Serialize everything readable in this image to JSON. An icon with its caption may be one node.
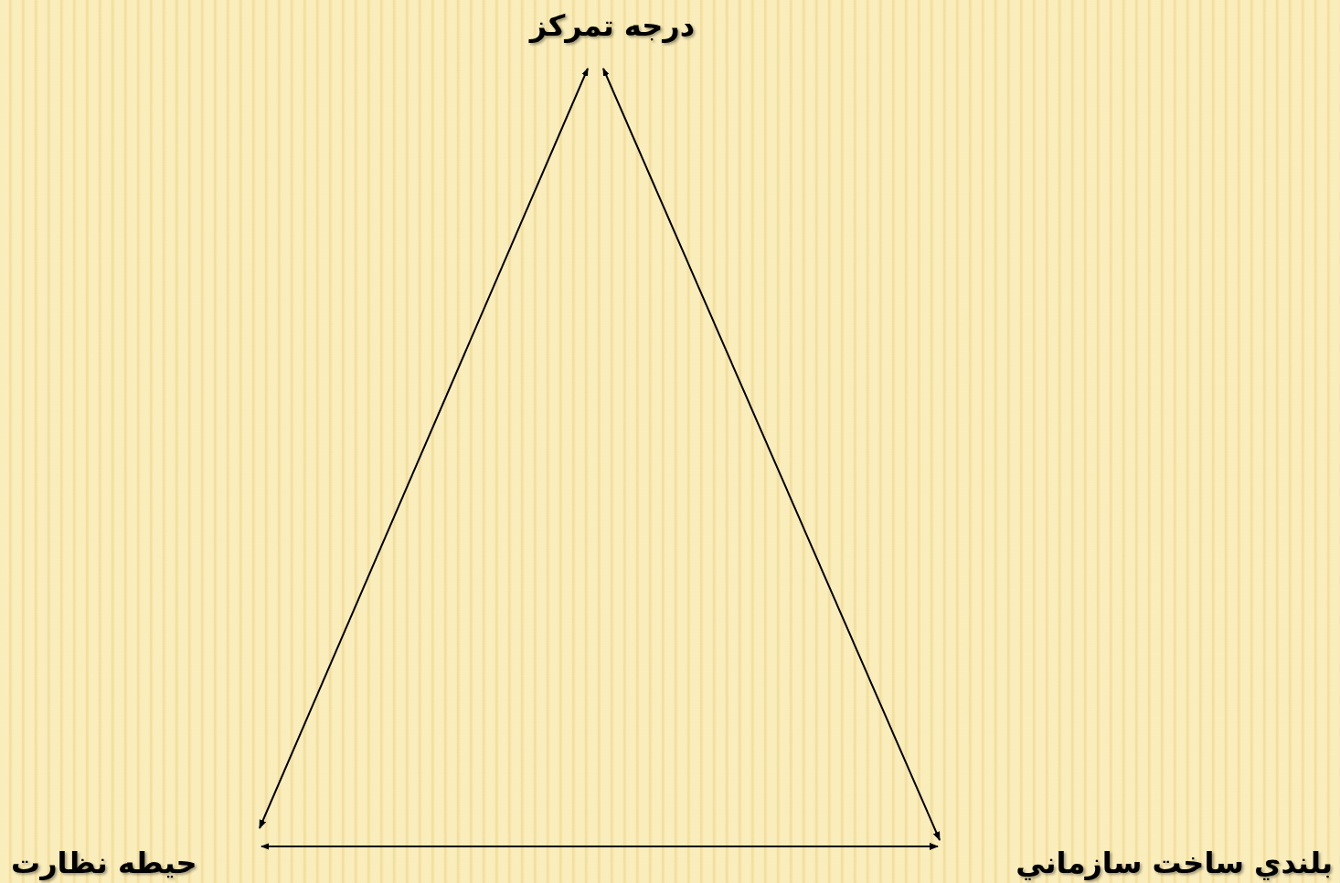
{
  "diagram": {
    "nodes": [
      {
        "text": [
          "درجه تمركز"
        ]
      },
      {
        "text": [
          "حيطه نظارت"
        ]
      },
      {
        "text": [
          "بلندي ساخت سازماني"
        ]
      }
    ],
    "edges": [
      {
        "from": 0,
        "to": 1,
        "arrow": "both"
      },
      {
        "from": 0,
        "to": 2,
        "arrow": "both"
      },
      {
        "from": 1,
        "to": 2,
        "arrow": "both"
      }
    ]
  }
}
